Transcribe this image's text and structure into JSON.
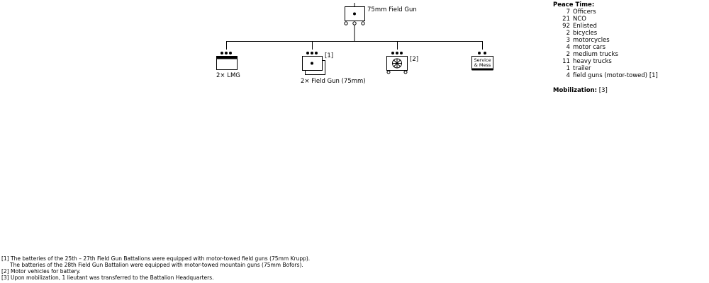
{
  "hq": {
    "label": "75mm Field Gun"
  },
  "units": [
    {
      "label": "2× LMG",
      "symbol": "lmg",
      "note": ""
    },
    {
      "label": "2× Field Gun (75mm)",
      "symbol": "gun",
      "note": "[1]"
    },
    {
      "label": "",
      "symbol": "motor",
      "note": "[2]"
    },
    {
      "label": "",
      "symbol": "service",
      "note": "",
      "box_text": [
        "Service",
        "& Mess"
      ]
    }
  ],
  "peace": {
    "title": "Peace Time:",
    "rows": [
      {
        "n": "7",
        "t": "Officers"
      },
      {
        "n": "21",
        "t": "NCO"
      },
      {
        "n": "92",
        "t": "Enlisted"
      },
      {
        "n": "2",
        "t": "bicycles"
      },
      {
        "n": "3",
        "t": "motorcycles"
      },
      {
        "n": "4",
        "t": "motor cars"
      },
      {
        "n": "2",
        "t": "medium trucks"
      },
      {
        "n": "11",
        "t": "heavy trucks"
      },
      {
        "n": "1",
        "t": "trailer"
      },
      {
        "n": "4",
        "t": "field guns (motor-towed) [1]"
      }
    ]
  },
  "mobilization": {
    "title": "Mobilization:",
    "value": "[3]"
  },
  "footnotes": {
    "n1a": "[1] The batteries of the 25th – 27th Field Gun Battalions were equipped with motor-towed field guns (75mm Krupp).",
    "n1b": "The batteries of the 28th Field Gun Battalion were equipped with motor-towed mountain guns (75mm Bofors).",
    "n2": "[2] Motor vehicles for battery.",
    "n3": "[3] Upon mobilization, 1 lieutant was transferred to the Battalion Headquarters."
  }
}
